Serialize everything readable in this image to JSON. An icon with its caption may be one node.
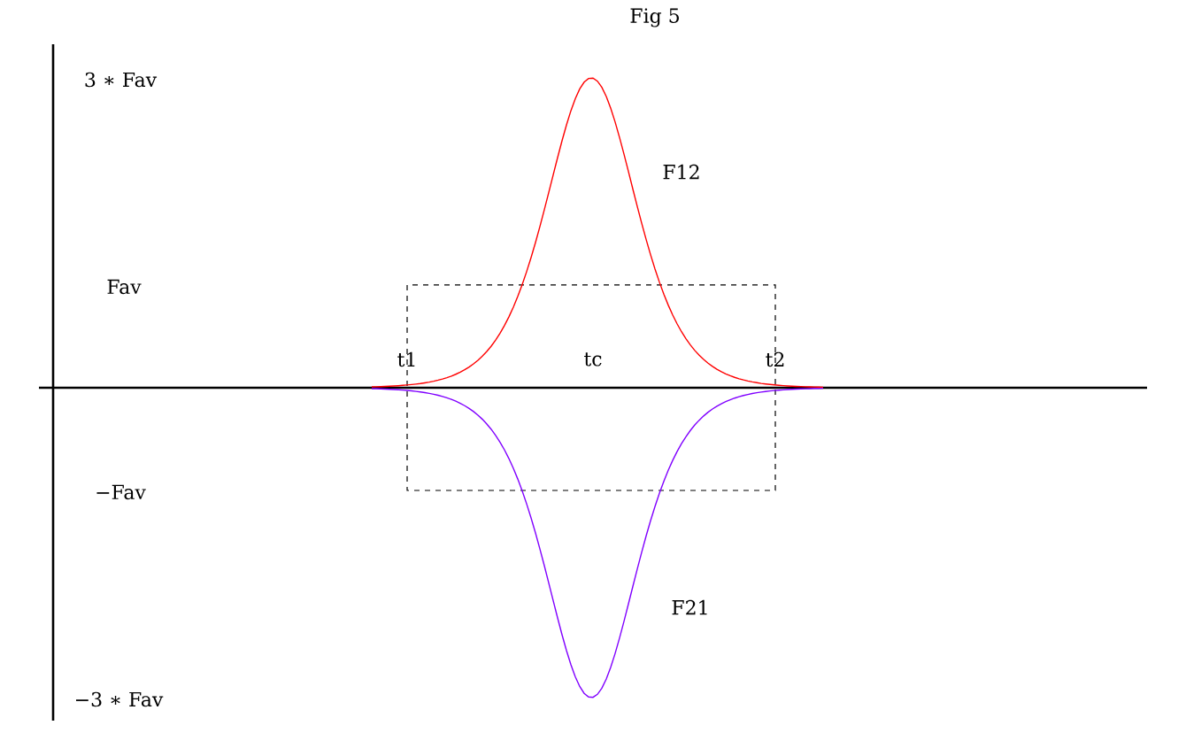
{
  "diagram": {
    "title": "Fig 5",
    "labels": [
      "3 ∗ Fav",
      "F12",
      "Fav",
      "t1",
      "tc",
      "t2",
      "−Fav",
      "F21",
      "−3 ∗ Fav"
    ]
  }
}
